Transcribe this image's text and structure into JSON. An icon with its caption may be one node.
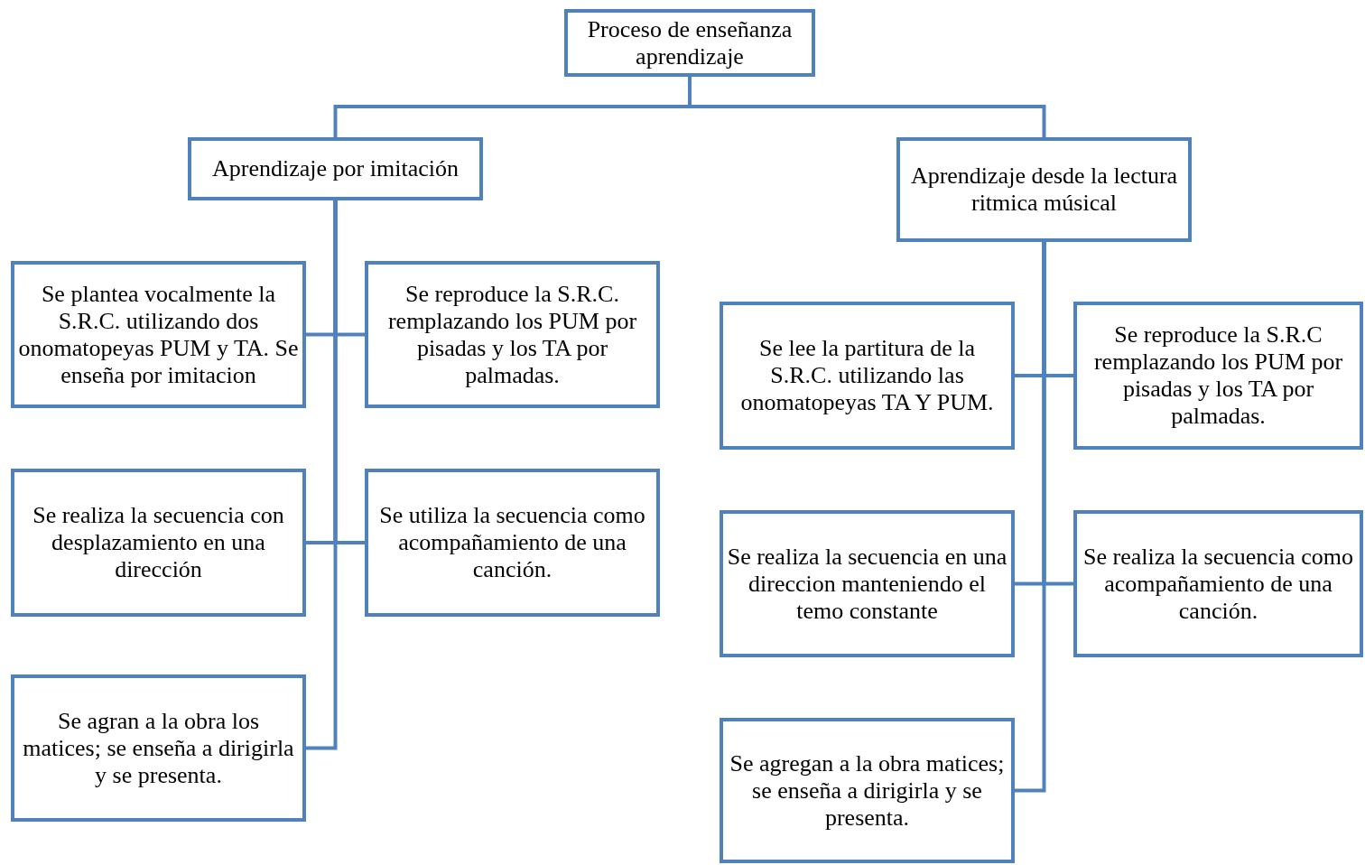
{
  "diagram": {
    "nodes": [
      {
        "text": [
          "Proceso de enseñanza aprendizaje"
        ]
      },
      {
        "text": [
          "Aprendizaje por imitación"
        ]
      },
      {
        "text": [
          "Aprendizaje desde la lectura ritmica músical"
        ]
      },
      {
        "text": [
          "Se plantea vocalmente la S.R.C. utilizando dos onomatopeyas PUM y TA. Se enseña por imitacion"
        ]
      },
      {
        "text": [
          "Se reproduce la S.R.C. remplazando los PUM por pisadas y los TA por palmadas."
        ]
      },
      {
        "text": [
          "Se realiza la secuencia con desplazamiento en una dirección"
        ]
      },
      {
        "text": [
          "Se utiliza la secuencia como acompañamiento de una canción."
        ]
      },
      {
        "text": [
          "Se agran a la obra los matices; se enseña a dirigirla y se presenta."
        ]
      },
      {
        "text": [
          "Se lee la partitura de la S.R.C. utilizando las onomatopeyas TA Y PUM."
        ]
      },
      {
        "text": [
          "Se reproduce la S.R.C remplazando los PUM por pisadas y los TA por palmadas."
        ]
      },
      {
        "text": [
          "Se realiza la secuencia en una direccion manteniendo el temo constante"
        ]
      },
      {
        "text": [
          "Se realiza la secuencia como acompañamiento de una canción."
        ]
      },
      {
        "text": [
          "Se agregan a la obra matices; se enseña a dirigirla y se presenta."
        ]
      }
    ],
    "edges": [
      {
        "from": 0,
        "to": 1,
        "arrow": "none"
      },
      {
        "from": 0,
        "to": 2,
        "arrow": "none"
      },
      {
        "from": 1,
        "to": 3,
        "arrow": "none"
      },
      {
        "from": 1,
        "to": 4,
        "arrow": "none"
      },
      {
        "from": 1,
        "to": 5,
        "arrow": "none"
      },
      {
        "from": 1,
        "to": 6,
        "arrow": "none"
      },
      {
        "from": 1,
        "to": 7,
        "arrow": "none"
      },
      {
        "from": 2,
        "to": 8,
        "arrow": "none"
      },
      {
        "from": 2,
        "to": 9,
        "arrow": "none"
      },
      {
        "from": 2,
        "to": 10,
        "arrow": "none"
      },
      {
        "from": 2,
        "to": 11,
        "arrow": "none"
      },
      {
        "from": 2,
        "to": 12,
        "arrow": "none"
      }
    ]
  }
}
